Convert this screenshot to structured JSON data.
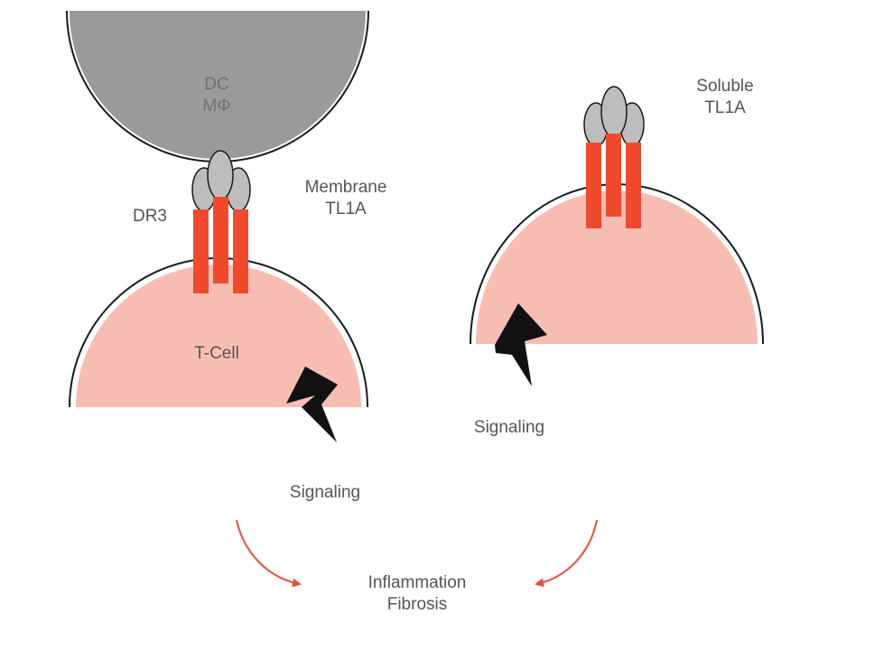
{
  "labels": {
    "dc": "DC",
    "macrophage": "MΦ",
    "dr3": "DR3",
    "membrane_line1": "Membrane",
    "membrane_line2": "TL1A",
    "soluble_line1": "Soluble",
    "soluble_line2": "TL1A",
    "tcell": "T-Cell",
    "signaling_left": "Signaling",
    "signaling_right": "Signaling",
    "outcome_line1": "Inflammation",
    "outcome_line2": "Fibrosis"
  },
  "colors": {
    "dc_cell": "#9a9a9a",
    "tcell": "#f8bdb2",
    "receptor": "#f04a2e",
    "ligand": "#bdbdbd",
    "outline": "#1a1a1a",
    "bolt": "#111111",
    "arrow": "#e8503a",
    "text": "#555555"
  },
  "icons": {
    "signal": "lightning-bolt-icon",
    "flow": "curved-arrow-icon"
  }
}
